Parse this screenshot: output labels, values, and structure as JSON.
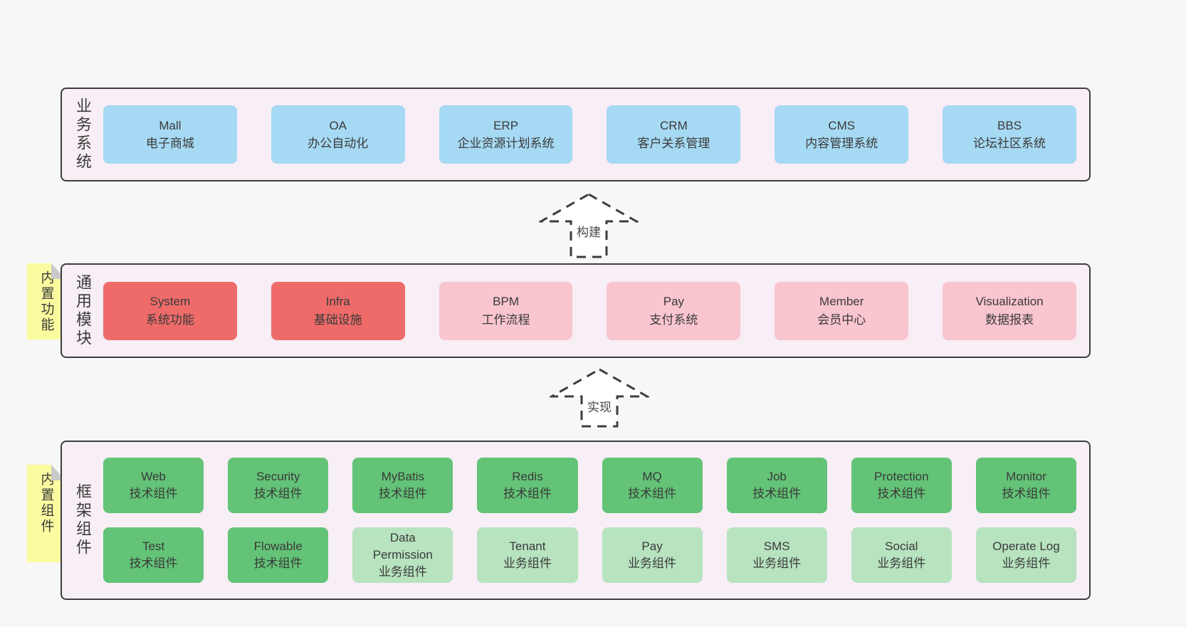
{
  "colors": {
    "background": "#f7f7f7",
    "panel_fill": "#f8eef6",
    "panel_border": "#3d3d3d",
    "blue_box": "#a6d9f3",
    "red_box": "#ee6b69",
    "pink_box": "#f9c5cf",
    "green_box": "#63c377",
    "light_green_box": "#b7e3bf",
    "sticky_note": "#fbfc9f",
    "text": "#3a3a3a"
  },
  "arrows": {
    "build": "构建",
    "implement": "实现"
  },
  "notes": {
    "modules": "内置功能",
    "components": "内置组件"
  },
  "layers": {
    "business": {
      "label": "业务系统",
      "boxes": [
        {
          "title": "Mall",
          "subtitle": "电子商城"
        },
        {
          "title": "OA",
          "subtitle": "办公自动化"
        },
        {
          "title": "ERP",
          "subtitle": "企业资源计划系统"
        },
        {
          "title": "CRM",
          "subtitle": "客户关系管理"
        },
        {
          "title": "CMS",
          "subtitle": "内容管理系统"
        },
        {
          "title": "BBS",
          "subtitle": "论坛社区系统"
        }
      ]
    },
    "modules": {
      "label": "通用模块",
      "boxes": [
        {
          "title": "System",
          "subtitle": "系统功能"
        },
        {
          "title": "Infra",
          "subtitle": "基础设施"
        },
        {
          "title": "BPM",
          "subtitle": "工作流程"
        },
        {
          "title": "Pay",
          "subtitle": "支付系统"
        },
        {
          "title": "Member",
          "subtitle": "会员中心"
        },
        {
          "title": "Visualization",
          "subtitle": "数据报表"
        }
      ]
    },
    "components": {
      "label": "框架组件",
      "row1": [
        {
          "title": "Web",
          "subtitle": "技术组件"
        },
        {
          "title": "Security",
          "subtitle": "技术组件"
        },
        {
          "title": "MyBatis",
          "subtitle": "技术组件"
        },
        {
          "title": "Redis",
          "subtitle": "技术组件"
        },
        {
          "title": "MQ",
          "subtitle": "技术组件"
        },
        {
          "title": "Job",
          "subtitle": "技术组件"
        },
        {
          "title": "Protection",
          "subtitle": "技术组件"
        },
        {
          "title": "Monitor",
          "subtitle": "技术组件"
        }
      ],
      "row2": [
        {
          "title": "Test",
          "subtitle": "技术组件"
        },
        {
          "title": "Flowable",
          "subtitle": "技术组件"
        },
        {
          "title": "Data Permission",
          "subtitle": "业务组件"
        },
        {
          "title": "Tenant",
          "subtitle": "业务组件"
        },
        {
          "title": "Pay",
          "subtitle": "业务组件"
        },
        {
          "title": "SMS",
          "subtitle": "业务组件"
        },
        {
          "title": "Social",
          "subtitle": "业务组件"
        },
        {
          "title": "Operate Log",
          "subtitle": "业务组件"
        }
      ]
    }
  }
}
